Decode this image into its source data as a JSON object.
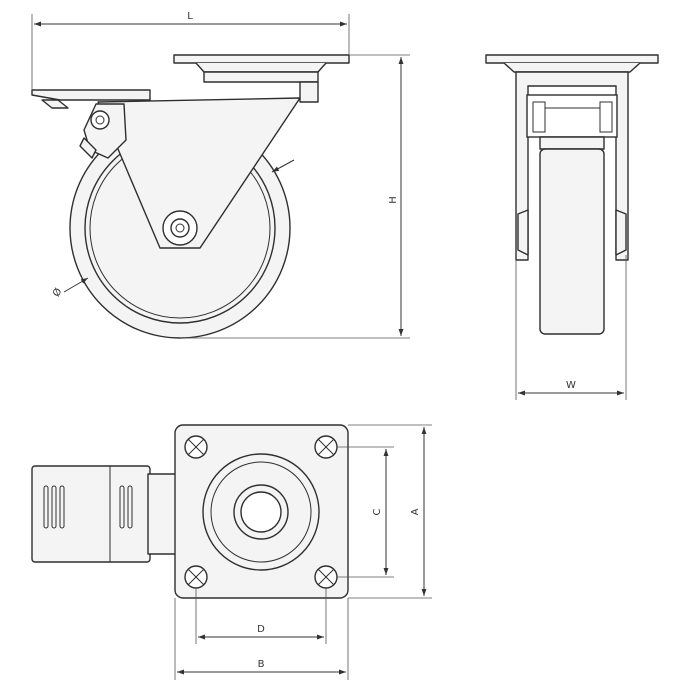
{
  "dimensions": {
    "length": "L",
    "height": "H",
    "width": "W",
    "diameter": "Ø",
    "plate_height": "A",
    "bolt_spacing_vertical": "C",
    "bolt_spacing_horizontal": "D",
    "plate_width": "B"
  }
}
